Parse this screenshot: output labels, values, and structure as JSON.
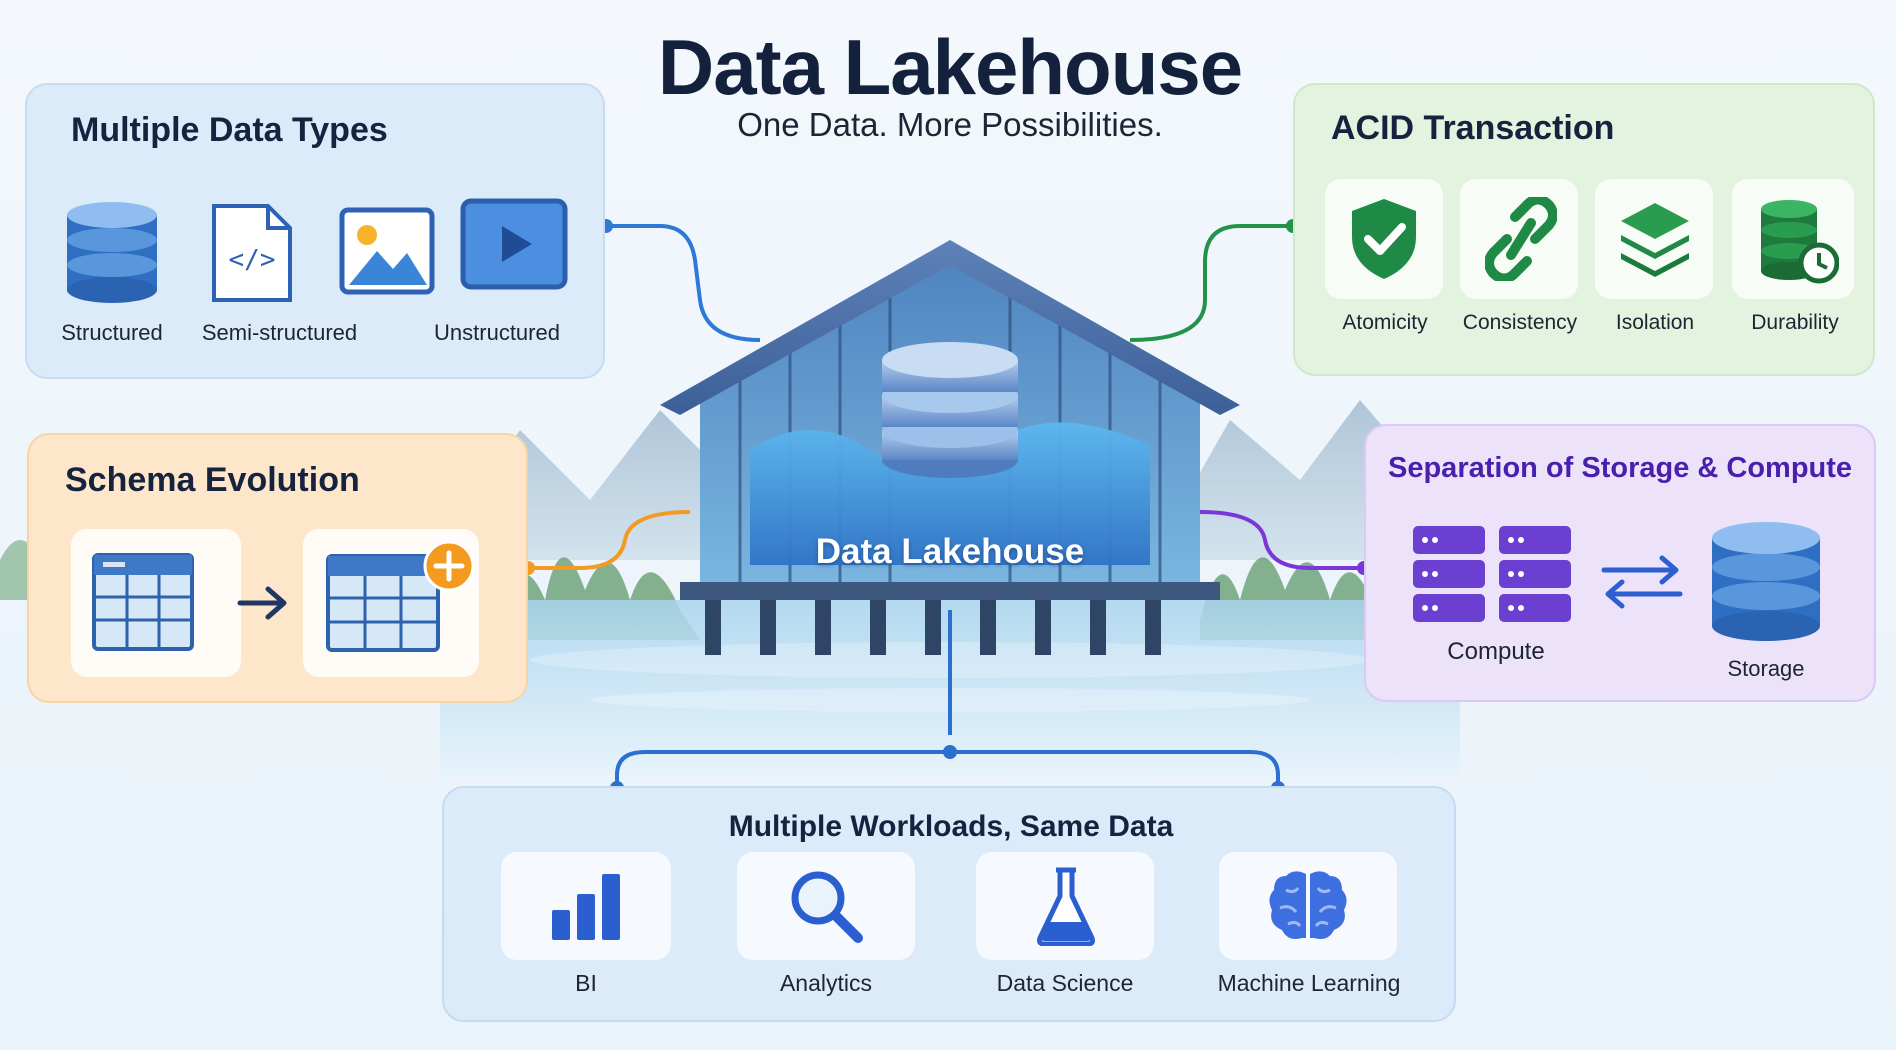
{
  "header": {
    "title": "Data Lakehouse",
    "subtitle": "One Data. More Possibilities."
  },
  "center": {
    "label": "Data Lakehouse"
  },
  "data_types": {
    "title": "Multiple Data Types",
    "items": [
      {
        "label": "Structured",
        "icon": "database-icon"
      },
      {
        "label": "Semi-structured",
        "icon": "code-file-icon"
      },
      {
        "label": "Unstructured",
        "icon": "image-icon"
      },
      {
        "label": "",
        "icon": "video-play-icon"
      }
    ]
  },
  "acid": {
    "title": "ACID Transaction",
    "items": [
      {
        "label": "Atomicity",
        "icon": "shield-check-icon"
      },
      {
        "label": "Consistency",
        "icon": "chain-link-icon"
      },
      {
        "label": "Isolation",
        "icon": "layers-icon"
      },
      {
        "label": "Durability",
        "icon": "database-clock-icon"
      }
    ]
  },
  "schema": {
    "title": "Schema Evolution",
    "icons": [
      "table-icon",
      "arrow-right-icon",
      "table-plus-icon"
    ]
  },
  "storage_compute": {
    "title": "Separation of Storage & Compute",
    "compute_label": "Compute",
    "storage_label": "Storage",
    "icons": [
      "server-icon",
      "swap-arrows-icon",
      "database-icon"
    ]
  },
  "workloads": {
    "title": "Multiple Workloads, Same Data",
    "items": [
      {
        "label": "BI",
        "icon": "bar-chart-icon"
      },
      {
        "label": "Analytics",
        "icon": "magnifier-icon"
      },
      {
        "label": "Data Science",
        "icon": "flask-icon"
      },
      {
        "label": "Machine Learning",
        "icon": "brain-icon"
      }
    ]
  },
  "colors": {
    "title_navy": "#14213d",
    "blue_panel": "#dcebfa",
    "green_panel": "#e3f3df",
    "orange_panel": "#fde6c9",
    "purple_panel": "#ece3fb",
    "workload_panel": "#dcebfa",
    "accent_blue": "#2d6fd0",
    "accent_green": "#22944a",
    "accent_orange": "#f29a24",
    "accent_purple": "#7a37d8"
  }
}
